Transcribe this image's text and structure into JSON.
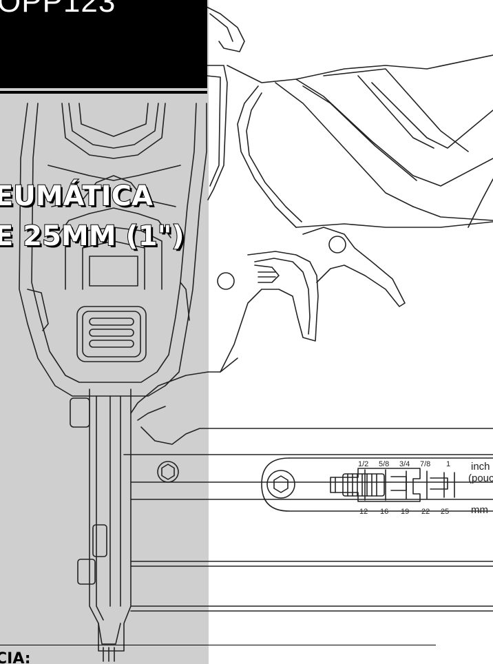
{
  "banner": {
    "code": "OPP123"
  },
  "title": {
    "line1": "EUMÁTICA",
    "line2": "E 25MM (1\")"
  },
  "gauge": {
    "inch_label": "inch",
    "pouce_label": "(pouce",
    "mm_label": "mm",
    "inch_ticks": [
      "1/2",
      "5/8",
      "3/4",
      "7/8",
      "1"
    ],
    "mm_ticks": [
      "12",
      "16",
      "19",
      "22",
      "25"
    ]
  },
  "footer": {
    "heading": "CIA:"
  },
  "colors": {
    "panel_gray": "#cfcfcf",
    "banner_black": "#000000",
    "line_art": "#222222"
  }
}
